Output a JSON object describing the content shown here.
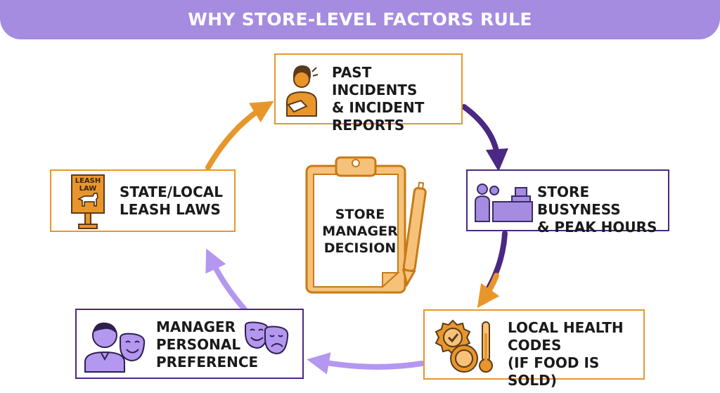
{
  "banner": {
    "title": "WHY STORE-LEVEL FACTORS RULE"
  },
  "colors": {
    "banner": "#a58ce0",
    "orange": "#e8962b",
    "dark_purple": "#4a2883",
    "light_purple": "#b497ef"
  },
  "center": {
    "label": "STORE\nMANAGER\nDECISION",
    "icon": "clipboard-pen-icon"
  },
  "factors": {
    "past_incidents": {
      "label": "PAST INCIDENTS\n& INCIDENT\nREPORTS",
      "icon": "injured-person-icon"
    },
    "store_busyness": {
      "label": "STORE BUSYNESS\n& PEAK HOURS",
      "icon": "checkout-counter-icon"
    },
    "health_codes": {
      "label": "LOCAL HEALTH\nCODES\n(IF FOOD IS SOLD)",
      "icon": "certificate-thermometer-icon"
    },
    "manager_preference": {
      "label": "MANAGER\nPERSONAL\nPREFERENCE",
      "icon": "manager-masks-icon"
    },
    "leash_laws": {
      "label": "STATE/LOCAL\nLEASH LAWS",
      "icon": "leash-law-sign-icon",
      "sign_text": "LEASH\nLAW"
    }
  }
}
